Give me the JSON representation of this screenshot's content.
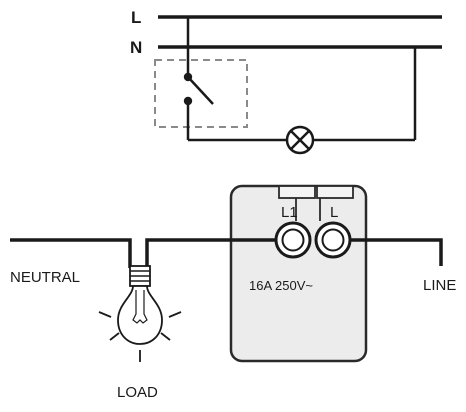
{
  "schematic": {
    "rail_l_label": "L",
    "rail_n_label": "N"
  },
  "wiring": {
    "device": {
      "terminal_l1_label": "L1",
      "terminal_l_label": "L",
      "rating_text": "16A 250V~"
    },
    "neutral_label": "NEUTRAL",
    "line_label": "LINE",
    "load_label": "LOAD"
  },
  "colors": {
    "wire": "#1a1a1a",
    "dashed_box": "#8a8a8a",
    "device_fill": "#ececec",
    "device_stroke": "#2a2a2a",
    "terminal_tab": "#f4f4f4"
  },
  "icons": {
    "switch": "switch-contact-icon",
    "lamp_symbol": "lamp-cross-icon",
    "bulb": "light-bulb-icon"
  }
}
